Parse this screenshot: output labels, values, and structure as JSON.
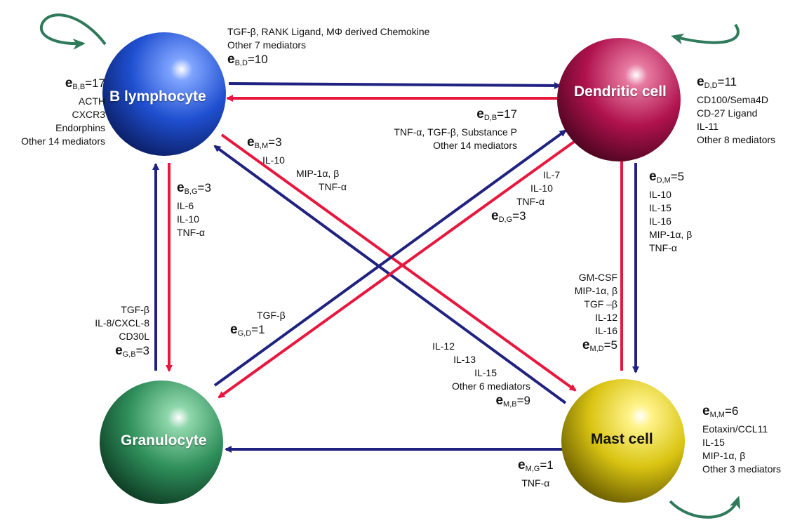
{
  "colors": {
    "blue_arrow": "#1f2280",
    "red_arrow": "#e8173e",
    "self_loop": "#2e7a5a"
  },
  "cells": {
    "b_lymphocyte": {
      "name": "B lymphocyte",
      "color": "#1f4fd0"
    },
    "dendritic": {
      "name": "Dendritic cell",
      "color": "#b0124e"
    },
    "granulocyte": {
      "name": "Granulocyte",
      "color": "#2f8f5b"
    },
    "mast": {
      "name": "Mast cell",
      "color": "#d9c412"
    }
  },
  "edges": {
    "bb": {
      "sub": "B,B",
      "count": "=17",
      "mediators": [
        "ACTH",
        "CXCR3",
        "Endorphins",
        "Other 14 mediators"
      ]
    },
    "bd": {
      "sub": "B,D",
      "count": "=10",
      "mediators": [
        "TGF-β, RANK Ligand, MΦ derived Chemokine",
        "Other 7 mediators"
      ]
    },
    "db": {
      "sub": "D,B",
      "count": "=17",
      "mediators": [
        "TNF-α, TGF-β, Substance P",
        "Other 14 mediators"
      ]
    },
    "dd": {
      "sub": "D,D",
      "count": "=11",
      "mediators": [
        "CD100/Sema4D",
        "CD-27 Ligand",
        "IL-11",
        "Other 8 mediators"
      ]
    },
    "bm": {
      "sub": "B,M",
      "count": "=3",
      "mediators": [
        "IL-10",
        "MIP-1α, β",
        "TNF-α"
      ]
    },
    "bg": {
      "sub": "B,G",
      "count": "=3",
      "mediators": [
        "IL-6",
        "IL-10",
        "TNF-α"
      ]
    },
    "dg": {
      "sub": "D,G",
      "count": "=3",
      "mediators": [
        "IL-7",
        "IL-10",
        "TNF-α"
      ]
    },
    "dm": {
      "sub": "D,M",
      "count": "=5",
      "mediators": [
        "IL-10",
        "IL-15",
        "IL-16",
        "MIP-1α, β",
        "TNF-α"
      ]
    },
    "gb": {
      "sub": "G,B",
      "count": "=3",
      "mediators": [
        "TGF-β",
        "IL-8/CXCL-8",
        "CD30L"
      ]
    },
    "gd": {
      "sub": "G,D",
      "count": "=1",
      "mediators": [
        "TGF-β"
      ]
    },
    "md": {
      "sub": "M,D",
      "count": "=5",
      "mediators": [
        "GM-CSF",
        "MIP-1α, β",
        "TGF –β",
        "IL-12",
        "IL-16"
      ]
    },
    "mb": {
      "sub": "M,B",
      "count": "=9",
      "mediators": [
        "IL-12",
        "IL-13",
        "IL-15",
        "Other 6 mediators"
      ]
    },
    "mm": {
      "sub": "M,M",
      "count": "=6",
      "mediators": [
        "Eotaxin/CCL11",
        "IL-15",
        "MIP-1α, β",
        "Other 3 mediators"
      ]
    },
    "mg": {
      "sub": "M,G",
      "count": "=1",
      "mediators": [
        "TNF-α"
      ]
    }
  }
}
